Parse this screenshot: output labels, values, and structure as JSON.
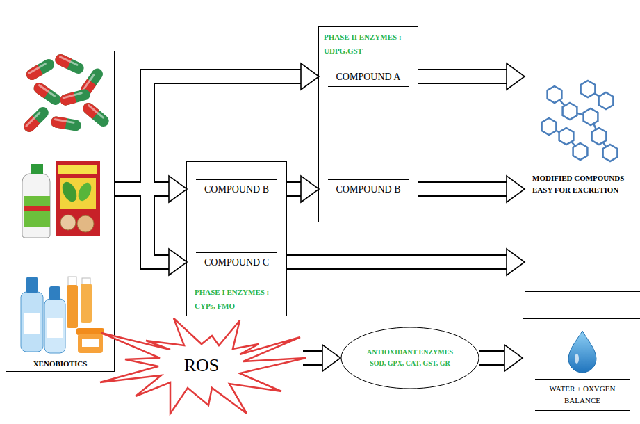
{
  "diagram": {
    "nodes": [
      {
        "text": [
          "XENOBIOTICS"
        ]
      },
      {
        "text": [
          "PHASE II ENZYMES : UDPG,GST"
        ]
      },
      {
        "text": [
          "COMPOUND A"
        ],
        "in": 1
      },
      {
        "text": [
          "COMPOUND B"
        ],
        "in": 1
      },
      {
        "text": [
          "PHASE I ENZYMES : CYPs, FMO"
        ]
      },
      {
        "text": [
          "COMPOUND B"
        ],
        "in": 4
      },
      {
        "text": [
          "COMPOUND C"
        ],
        "in": 4
      },
      {
        "text": [
          "MODIFIED COMPOUNDS EASY FOR EXCRETION"
        ]
      },
      {
        "text": [
          "ROS"
        ]
      },
      {
        "text": [
          "ANTIOXIDANT ENZYMES SOD, GPX, CAT, GST, GR"
        ]
      },
      {
        "text": [
          "WATER + OXYGEN BALANCE"
        ]
      }
    ],
    "edges": [
      {
        "from": 0,
        "to": 2,
        "arrow": "to"
      },
      {
        "from": 0,
        "to": 5,
        "arrow": "to"
      },
      {
        "from": 0,
        "to": 6,
        "arrow": "to"
      },
      {
        "from": 5,
        "to": 3,
        "arrow": "to"
      },
      {
        "from": 2,
        "to": 7,
        "arrow": "to"
      },
      {
        "from": 3,
        "to": 7,
        "arrow": "to"
      },
      {
        "from": 6,
        "to": 7,
        "arrow": "to"
      },
      {
        "from": 8,
        "to": 9,
        "arrow": "to"
      },
      {
        "from": 9,
        "to": 10,
        "arrow": "to"
      }
    ]
  }
}
